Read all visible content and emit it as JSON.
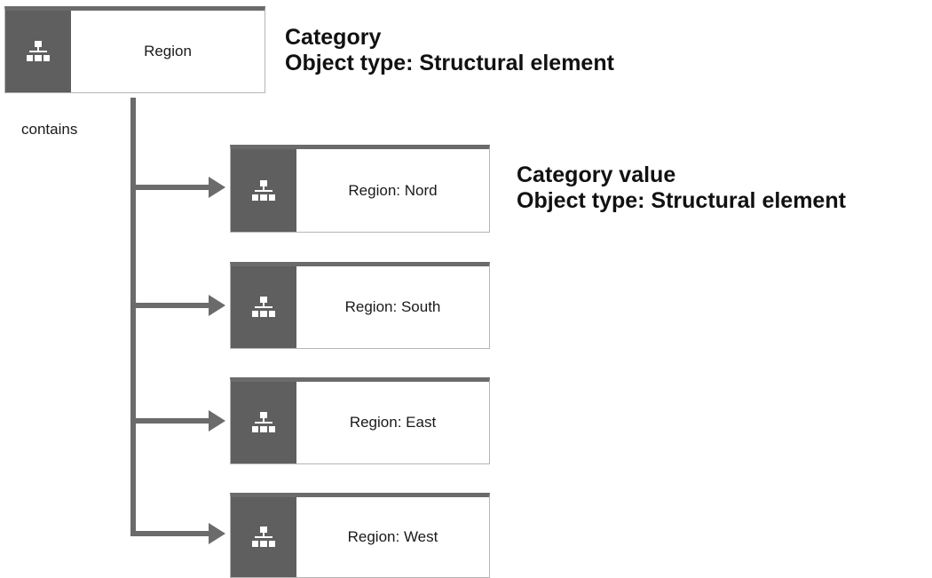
{
  "root": {
    "label": "Region",
    "icon": "hierarchy-icon"
  },
  "root_caption": {
    "line1": "Category",
    "line2": "Object type: Structural element"
  },
  "relation_label": "contains",
  "children": [
    {
      "label": "Region: Nord",
      "icon": "hierarchy-icon"
    },
    {
      "label": "Region: South",
      "icon": "hierarchy-icon"
    },
    {
      "label": "Region: East",
      "icon": "hierarchy-icon"
    },
    {
      "label": "Region: West",
      "icon": "hierarchy-icon"
    }
  ],
  "child_caption": {
    "line1": "Category value",
    "line2": "Object type: Structural element"
  },
  "colors": {
    "node_icon_bg": "#5f5f5f",
    "node_top_bar": "#6b6b6b",
    "connector": "#6b6b6b"
  }
}
